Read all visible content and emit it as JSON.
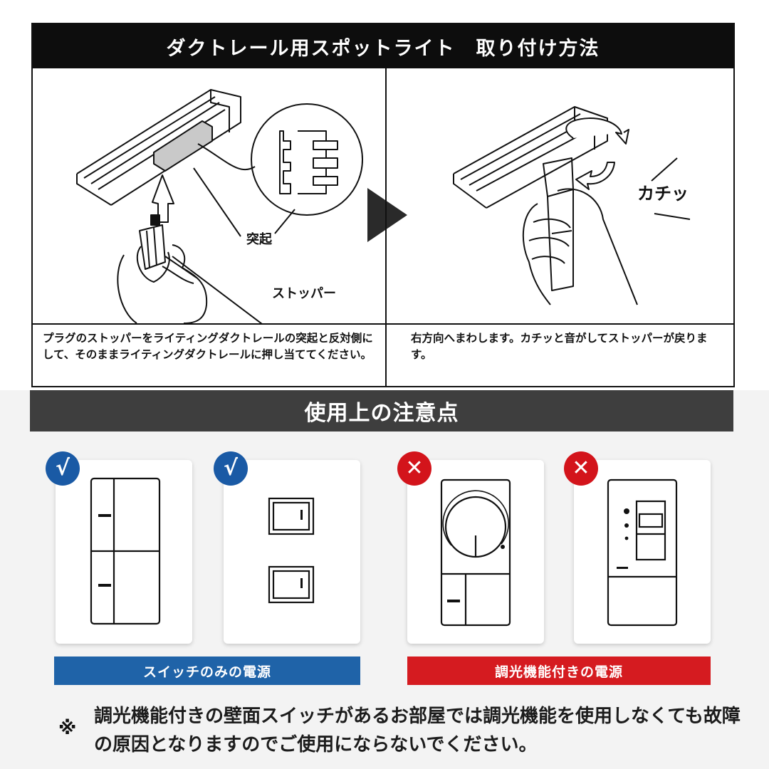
{
  "install": {
    "title": "ダクトレール用スポットライト　取り付け方法",
    "labels": {
      "protrusion": "突起",
      "stopper": "ストッパー",
      "click_sound": "カチッ"
    },
    "steps": [
      {
        "text": "プラグのストッパーをライティングダクトレールの突起と反対側にして、そのままライティングダクトレールに押し当ててください。"
      },
      {
        "text": "右方向へまわします。カチッと音がしてストッパーが戻ります。"
      }
    ]
  },
  "caution": {
    "title": "使用上の注意点",
    "cards": [
      {
        "switch": "double-rocker-panel",
        "status": "ok",
        "badge_icon": "check-icon"
      },
      {
        "switch": "double-toggle-switch",
        "status": "ok",
        "badge_icon": "check-icon"
      },
      {
        "switch": "dial-dimmer-switch",
        "status": "ng",
        "badge_icon": "cross-icon"
      },
      {
        "switch": "slide-dimmer-switch",
        "status": "ng",
        "badge_icon": "cross-icon"
      }
    ],
    "ok_label": "スイッチのみの電源",
    "ng_label": "調光機能付きの電源",
    "ok_color": "#1f63a8",
    "ng_color": "#d51b20",
    "check_glyph": "√",
    "cross_glyph": "✕"
  },
  "note": {
    "mark": "※",
    "text": "調光機能付きの壁面スイッチがあるお部屋では調光機能を使用しなくても故障の原因となりますのでご使用にならないでください。"
  }
}
